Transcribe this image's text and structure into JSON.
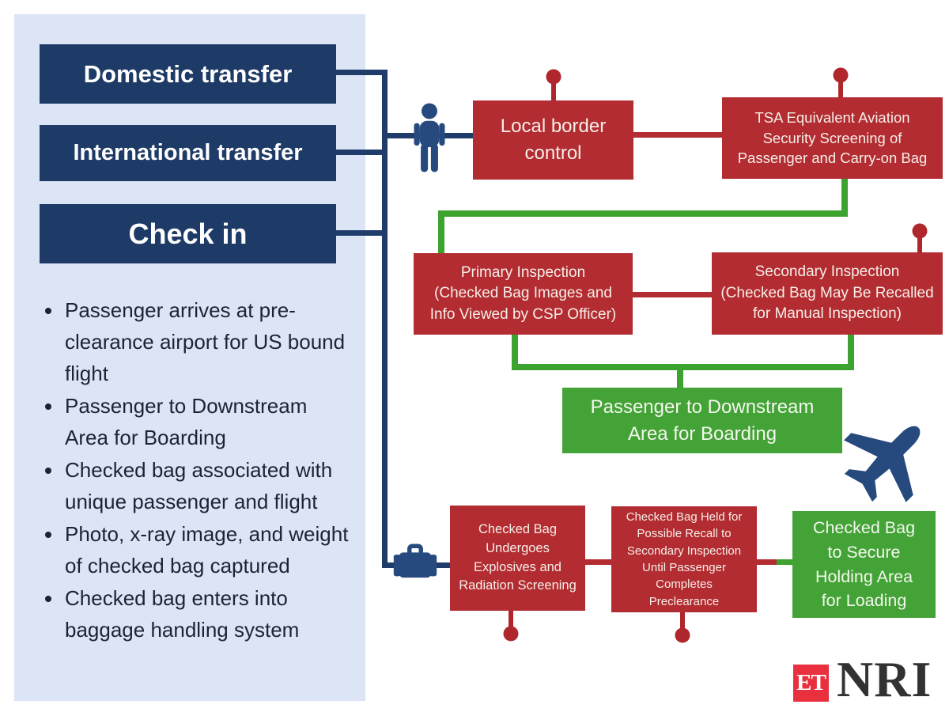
{
  "colors": {
    "panel_bg": "#dbe5f6",
    "navy_box": "#1e3a66",
    "icon_navy": "#26497e",
    "red_box": "#b22c31",
    "green_box": "#44a336",
    "green_line": "#3da32f",
    "blue_line": "#1f3c6b",
    "bullet_text": "#1b2433",
    "logo_red": "#e8303f",
    "logo_text": "#323232"
  },
  "left_panel": {
    "tabs": [
      {
        "label": "Domestic transfer"
      },
      {
        "label": "International transfer"
      },
      {
        "label": "Check in"
      }
    ],
    "bullets": [
      "Passenger arrives at pre-clearance airport for US bound flight",
      "Passenger to Downstream Area for Boarding",
      "Checked bag associated with unique passenger and flight",
      "Photo, x-ray image, and weight of checked bag captured",
      "Checked bag enters into baggage handling system"
    ]
  },
  "flowchart": {
    "local_border": {
      "lines": [
        "Local border",
        "control"
      ]
    },
    "tsa": {
      "lines": [
        "TSA Equivalent Aviation",
        "Security Screening of",
        "Passenger and Carry-on Bag"
      ]
    },
    "primary": {
      "lines": [
        "Primary Inspection",
        "(Checked Bag Images and",
        "Info Viewed by CSP Officer)"
      ]
    },
    "secondary": {
      "lines": [
        "Secondary Inspection",
        "(Checked Bag May Be Recalled",
        "for Manual Inspection)"
      ]
    },
    "downstream": {
      "lines": [
        "Passenger to Downstream",
        "Area for Boarding"
      ]
    },
    "explosives": {
      "lines": [
        "Checked Bag",
        "Undergoes",
        "Explosives and",
        "Radiation Screening"
      ]
    },
    "held": {
      "lines": [
        "Checked Bag Held for",
        "Possible Recall to",
        "Secondary Inspection",
        "Until Passenger",
        "Completes",
        "Preclearance"
      ]
    },
    "secure_holding": {
      "lines": [
        "Checked Bag",
        "to Secure",
        "Holding Area",
        "for Loading"
      ]
    }
  },
  "icons": {
    "person": "passenger-person-icon",
    "suitcase": "checked-bag-suitcase-icon",
    "plane": "airplane-icon",
    "pin": "map-pin-icon"
  },
  "logo": {
    "et": "ET",
    "nri": "NRI"
  }
}
